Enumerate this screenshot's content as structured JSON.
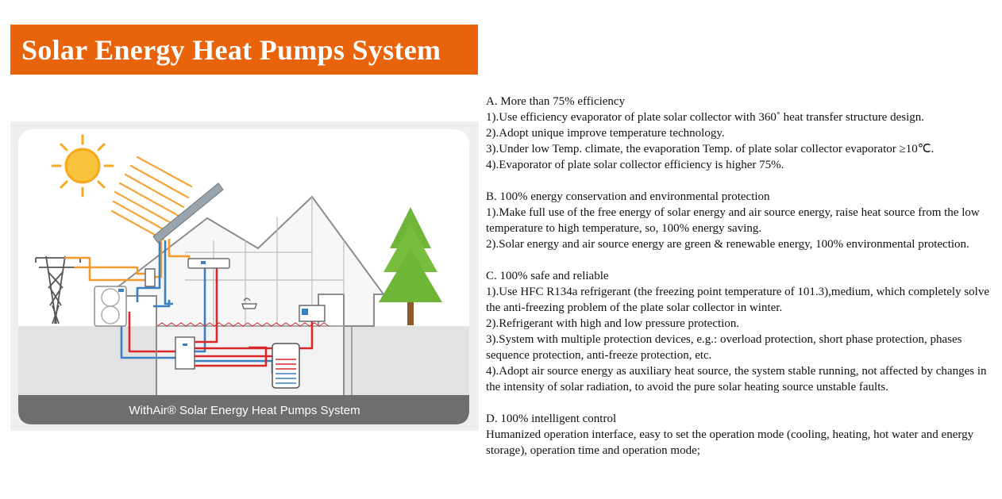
{
  "title": "Solar Energy Heat Pumps System",
  "diagram": {
    "caption": "WithAir® Solar Energy Heat Pumps System",
    "brand_colors": {
      "orange": "#f39a2c",
      "blue": "#3a7fc0",
      "red": "#d9262b"
    },
    "icons": [
      "sun-icon",
      "power-pylon-icon",
      "pine-tree-icon",
      "house-icon",
      "solar-collector-icon",
      "outdoor-unit-icon",
      "indoor-unit-icon",
      "water-tank-icon"
    ]
  },
  "sections": [
    {
      "heading": "A. More than 75% efficiency",
      "lines": [
        "1).Use efficiency evaporator of plate solar collector with 360˚ heat transfer structure design.",
        "2).Adopt unique improve temperature technology.",
        "3).Under low Temp. climate, the evaporation Temp. of plate solar collector evaporator ≥10℃.",
        "4).Evaporator of plate solar collector efficiency is higher 75%."
      ]
    },
    {
      "heading": "B. 100% energy conservation and environmental protection",
      "lines": [
        "1).Make full use of the free energy of solar energy and air source energy, raise heat source from the low temperature to high temperature, so, 100% energy saving.",
        "2).Solar energy and air source energy are green & renewable energy, 100% environmental protection."
      ]
    },
    {
      "heading": "C. 100% safe and reliable",
      "lines": [
        "1).Use HFC R134a refrigerant (the freezing point temperature of 101.3),medium, which completely solve the anti-freezing problem of the plate solar collector in winter.",
        "2).Refrigerant with high and low pressure protection.",
        "3).System with multiple protection devices, e.g.: overload protection, short phase protection, phases sequence protection, anti-freeze protection, etc.",
        "4).Adopt air source energy as auxiliary heat source, the system stable running, not affected by changes in the intensity of solar radiation, to avoid the pure solar heating source unstable faults."
      ]
    },
    {
      "heading": "D. 100% intelligent control",
      "lines": [
        "Humanized operation interface, easy to set the operation mode (cooling, heating, hot water and energy storage), operation time and operation mode;"
      ]
    }
  ]
}
